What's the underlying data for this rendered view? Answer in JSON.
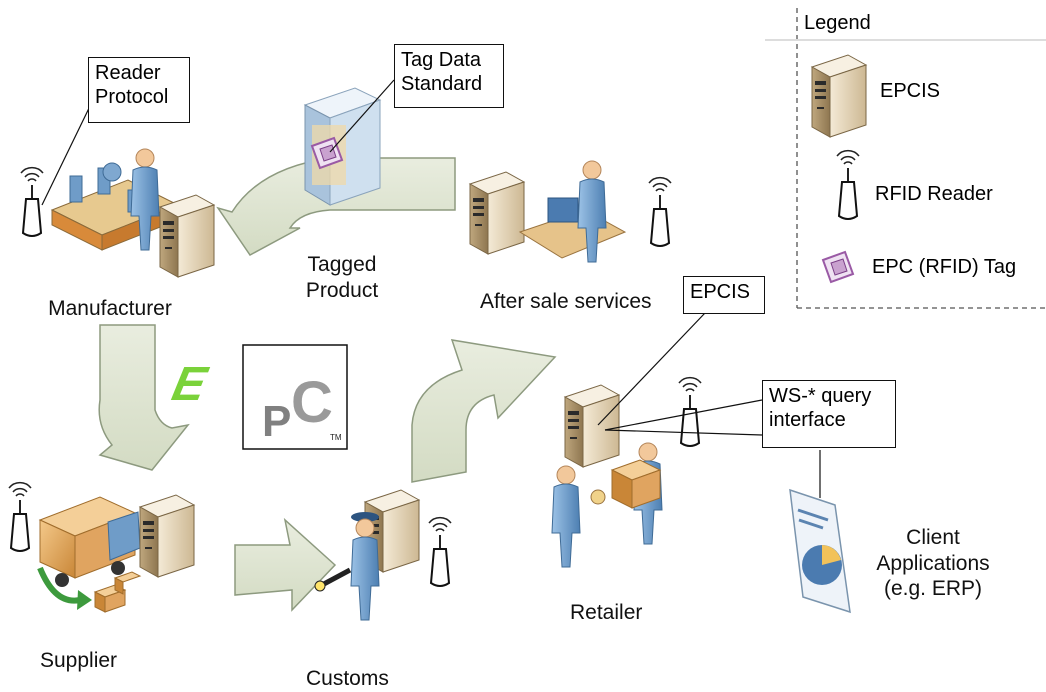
{
  "nodes": {
    "manufacturer": "Manufacturer",
    "supplier": "Supplier",
    "customs": "Customs",
    "retailer": "Retailer",
    "after_sale": "After sale services",
    "tagged_product": [
      "Tagged",
      "Product"
    ],
    "client_apps": [
      "Client",
      "Applications",
      "(e.g. ERP)"
    ]
  },
  "callouts": {
    "reader_protocol": [
      "Reader",
      "Protocol"
    ],
    "tag_data_standard": [
      "Tag Data",
      "Standard"
    ],
    "epcis": "EPCIS",
    "ws_query": [
      "WS-* query",
      "interface"
    ]
  },
  "legend": {
    "title": "Legend",
    "items": [
      {
        "icon": "server-icon",
        "label": "EPCIS"
      },
      {
        "icon": "rfid-reader-icon",
        "label": "RFID Reader"
      },
      {
        "icon": "rfid-tag-icon",
        "label": "EPC (RFID) Tag"
      }
    ]
  },
  "logo": {
    "text": "EPC",
    "mark": "TM"
  },
  "colors": {
    "arrow_fill": "#dfe5d3",
    "arrow_stroke": "#8d9a7f",
    "server_body": "#e9dcc2",
    "person": "#6f9cc8",
    "package": "#e3a55a",
    "tag": "#b07ab8",
    "logo_green": "#7ad23a",
    "logo_gray": "#808080"
  }
}
